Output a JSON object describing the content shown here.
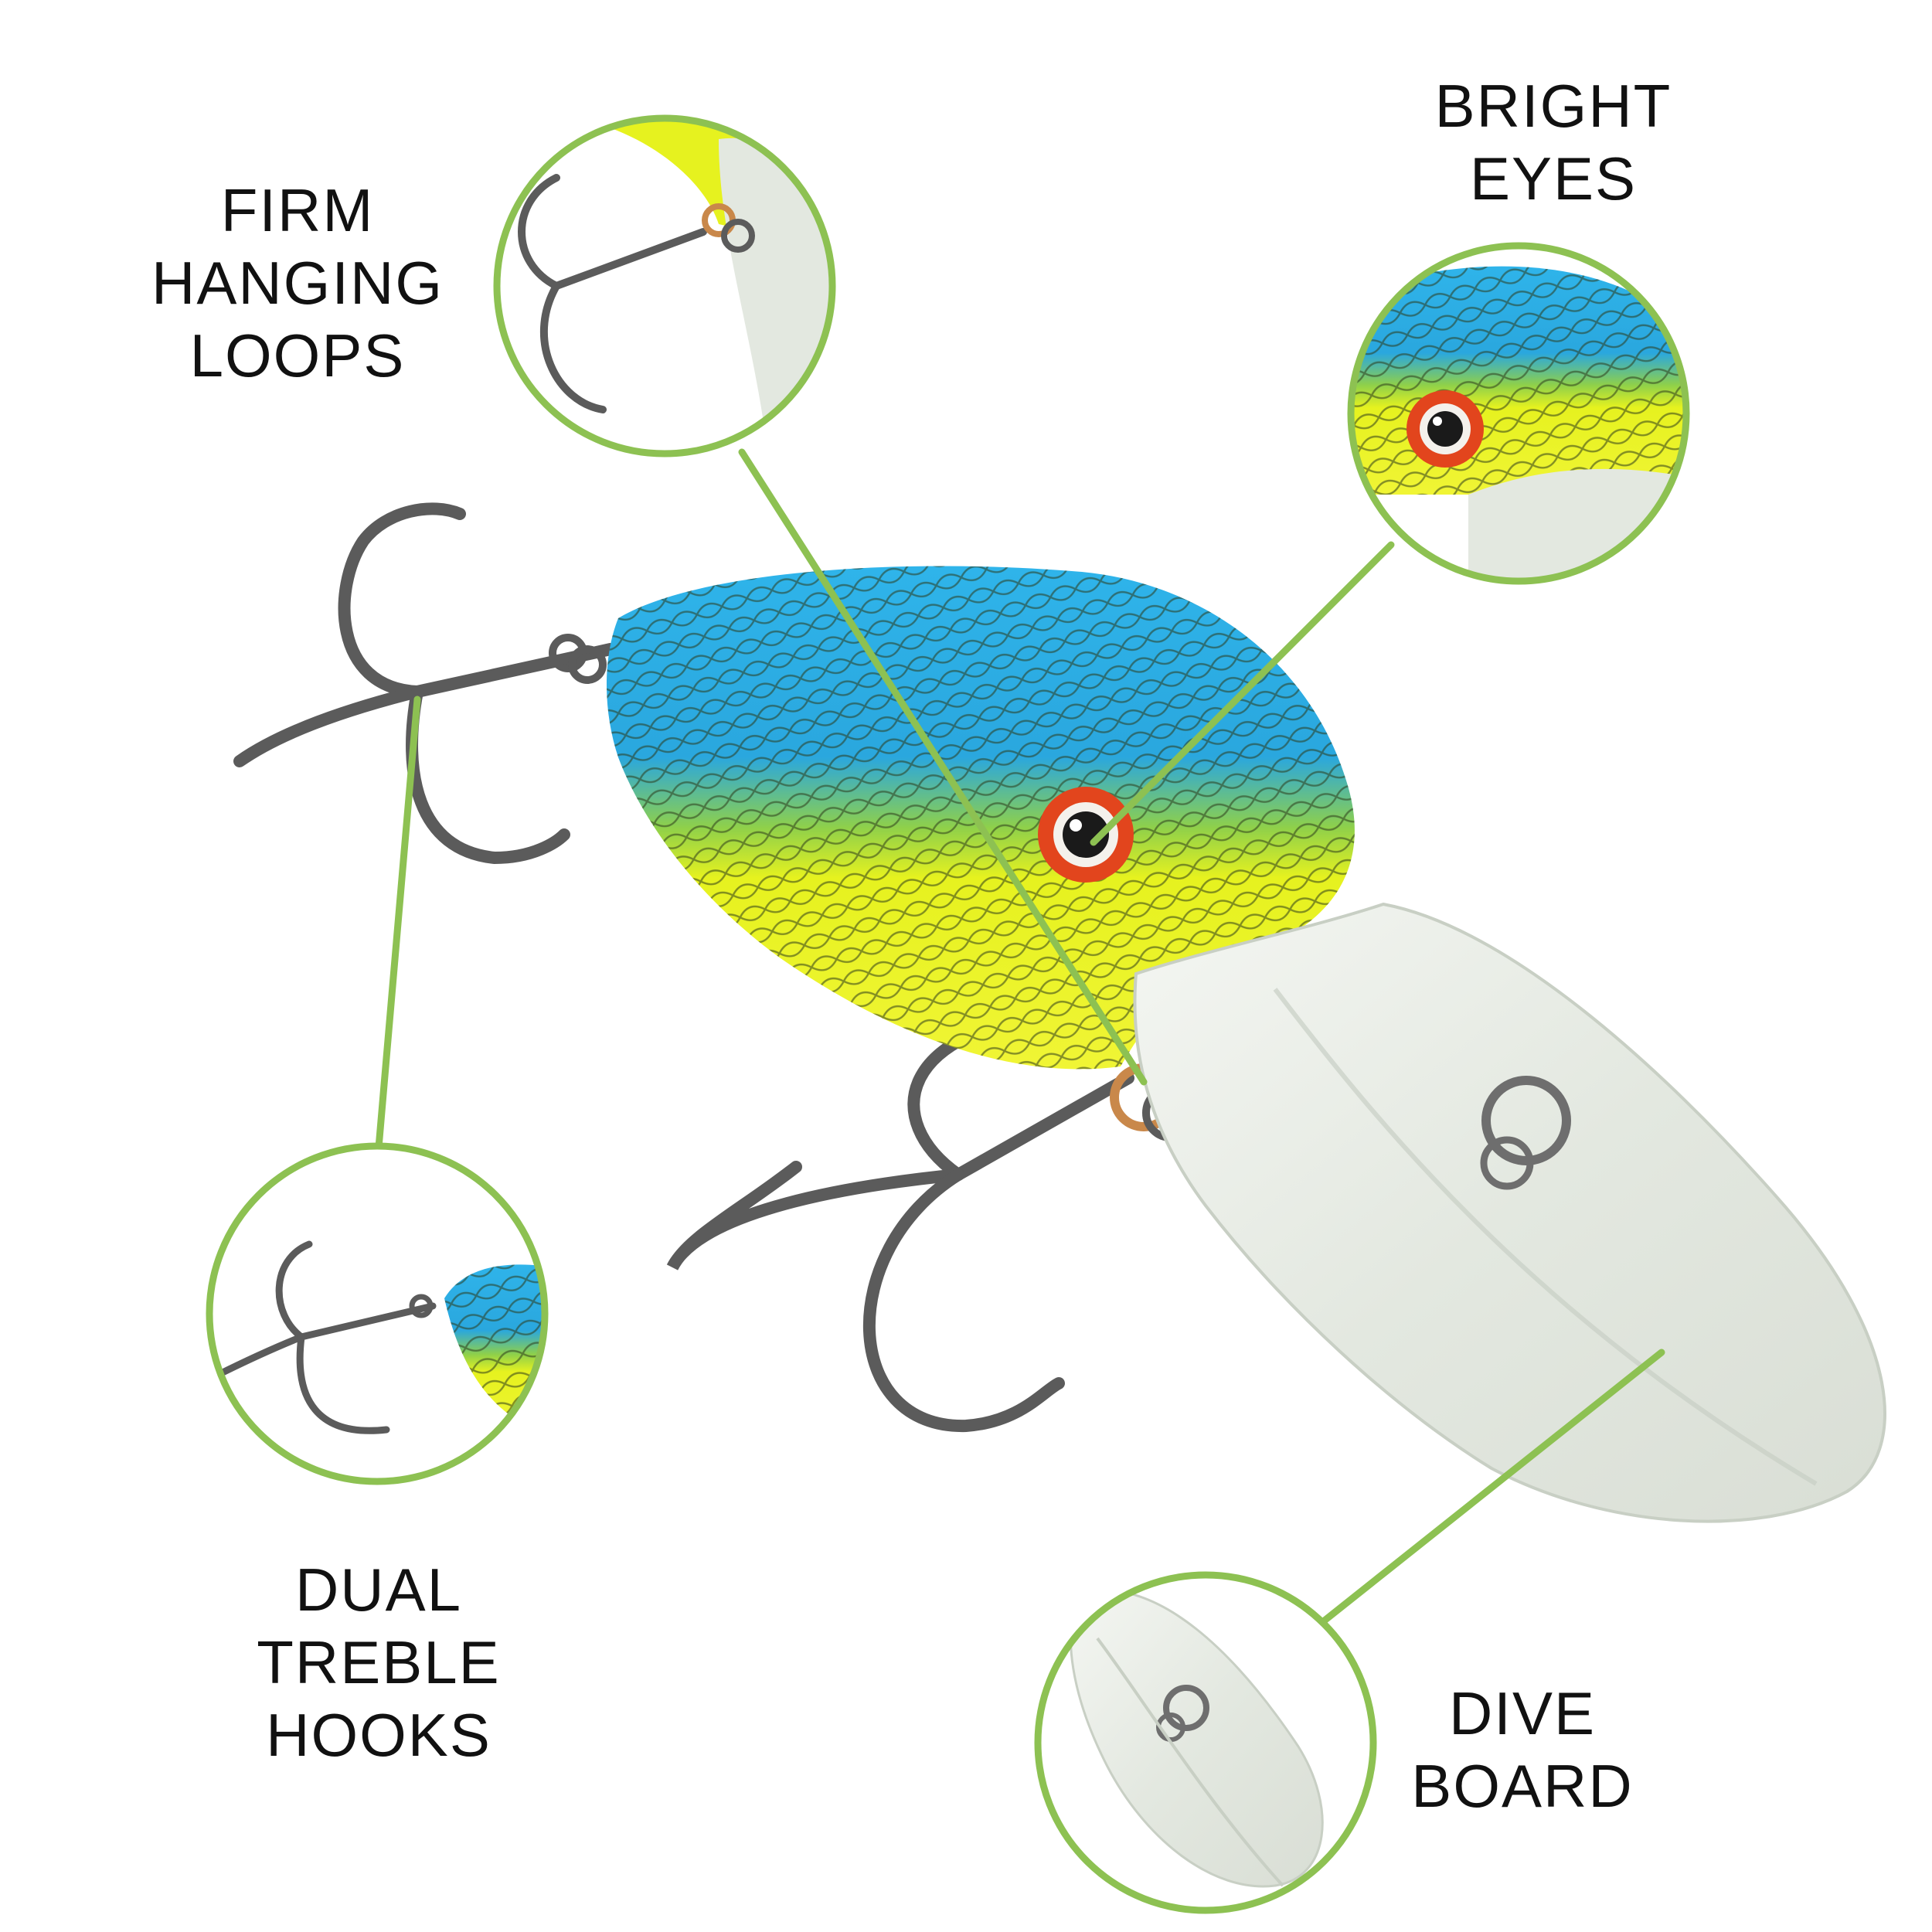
{
  "callouts": {
    "firm_hanging_loops": {
      "line1": "FIRM",
      "line2": "HANGING",
      "line3": "LOOPS"
    },
    "bright_eyes": {
      "line1": "BRIGHT",
      "line2": "EYES"
    },
    "dual_treble_hooks": {
      "line1": "DUAL",
      "line2": "TREBLE",
      "line3": "HOOKS"
    },
    "dive_board": {
      "line1": "DIVE",
      "line2": "BOARD"
    }
  },
  "colors": {
    "callout_ring": "#8dc152",
    "lure_back": "#2fb4ea",
    "lure_belly": "#e6f21f",
    "lip": "#e8ece6",
    "hook_metal": "#5b5b5b",
    "eye_ring": "#e2451d"
  }
}
